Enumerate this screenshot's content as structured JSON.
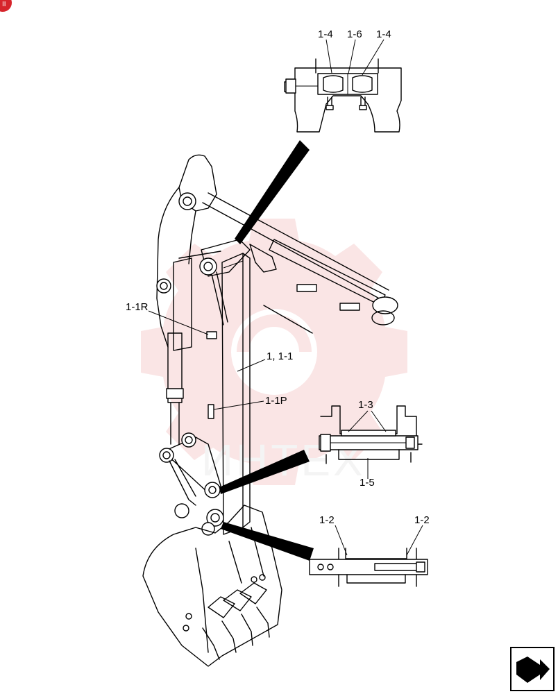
{
  "watermark": {
    "text": "ИНТЕХ",
    "gear_color": "#f4c7c7"
  },
  "corner_badge": {
    "color": "#d6242b",
    "text": "II"
  },
  "labels": {
    "top_left_1_4": "1-4",
    "top_1_6": "1-6",
    "top_right_1_4": "1-4",
    "label_1_1R": "1-1R",
    "label_1_1": "1, 1-1",
    "label_1_1P": "1-1P",
    "label_1_3": "1-3",
    "label_1_5": "1-5",
    "label_1_2_left": "1-2",
    "label_1_2_right": "1-2"
  },
  "icons": {
    "next_page": "next-page-arrow-icon"
  }
}
